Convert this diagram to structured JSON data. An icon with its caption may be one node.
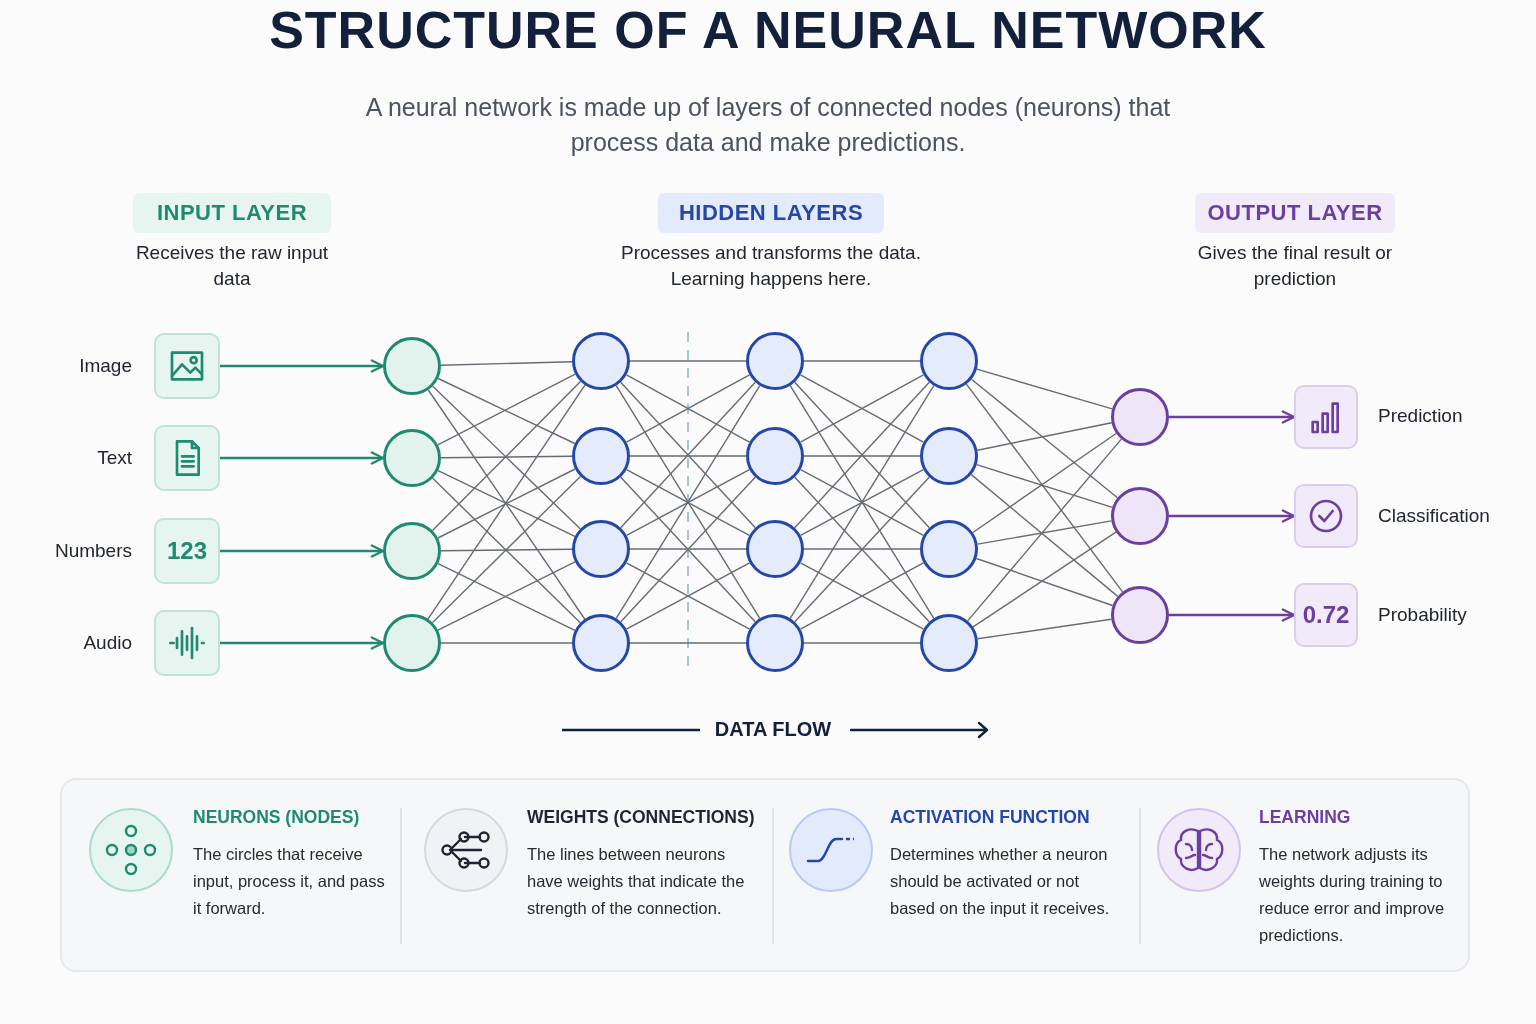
{
  "diagram": {
    "title": "STRUCTURE OF A NEURAL NETWORK",
    "nodes": [
      {
        "text": [
          "INPUT LAYER"
        ],
        "beside": [
          "Receives the raw input data"
        ]
      },
      {
        "text": [
          "HIDDEN LAYERS"
        ],
        "beside": [
          "Processes and transforms the data. Learning happens here."
        ]
      },
      {
        "text": [
          "OUTPUT LAYER"
        ],
        "beside": [
          "Gives the final result or prediction"
        ]
      },
      {
        "text": [],
        "shape": "box",
        "beside": [
          "Image"
        ]
      },
      {
        "text": [],
        "shape": "box",
        "beside": [
          "Text"
        ]
      },
      {
        "text": [
          "123"
        ],
        "beside": [
          "Numbers"
        ]
      },
      {
        "text": [],
        "shape": "box",
        "beside": [
          "Audio"
        ]
      },
      {
        "text": [],
        "shape": "circle"
      },
      {
        "text": [],
        "shape": "circle"
      },
      {
        "text": [],
        "shape": "circle"
      },
      {
        "text": [],
        "shape": "circle"
      },
      {
        "text": [],
        "shape": "circle"
      },
      {
        "text": [],
        "shape": "circle"
      },
      {
        "text": [],
        "shape": "circle"
      },
      {
        "text": [],
        "shape": "circle"
      },
      {
        "text": [],
        "shape": "circle"
      },
      {
        "text": [],
        "shape": "circle"
      },
      {
        "text": [],
        "shape": "circle"
      },
      {
        "text": [],
        "shape": "circle"
      },
      {
        "text": [],
        "shape": "circle"
      },
      {
        "text": [],
        "shape": "circle"
      },
      {
        "text": [],
        "shape": "circle"
      },
      {
        "text": [],
        "shape": "circle"
      },
      {
        "text": [],
        "shape": "circle"
      },
      {
        "text": [],
        "shape": "circle"
      },
      {
        "text": [],
        "shape": "circle"
      },
      {
        "text": [],
        "shape": "box",
        "beside": [
          "Prediction"
        ]
      },
      {
        "text": [],
        "shape": "box",
        "beside": [
          "Classification"
        ]
      },
      {
        "text": [
          "0.72"
        ],
        "beside": [
          "Probability"
        ]
      }
    ],
    "edges": [
      {
        "from": 3,
        "to": 7,
        "arrow": "to",
        "color": "#1f8a70"
      },
      {
        "from": 4,
        "to": 8,
        "arrow": "to",
        "color": "#1f8a70"
      },
      {
        "from": 5,
        "to": 9,
        "arrow": "to",
        "color": "#1f8a70"
      },
      {
        "from": 6,
        "to": 10,
        "arrow": "to",
        "color": "#1f8a70"
      },
      {
        "from": 7,
        "to": 11,
        "arrow": "none"
      },
      {
        "from": 7,
        "to": 12,
        "arrow": "none"
      },
      {
        "from": 7,
        "to": 13,
        "arrow": "none"
      },
      {
        "from": 7,
        "to": 14,
        "arrow": "none"
      },
      {
        "from": 8,
        "to": 11,
        "arrow": "none"
      },
      {
        "from": 8,
        "to": 12,
        "arrow": "none"
      },
      {
        "from": 8,
        "to": 13,
        "arrow": "none"
      },
      {
        "from": 8,
        "to": 14,
        "arrow": "none"
      },
      {
        "from": 9,
        "to": 11,
        "arrow": "none"
      },
      {
        "from": 9,
        "to": 12,
        "arrow": "none"
      },
      {
        "from": 9,
        "to": 13,
        "arrow": "none"
      },
      {
        "from": 9,
        "to": 14,
        "arrow": "none"
      },
      {
        "from": 10,
        "to": 11,
        "arrow": "none"
      },
      {
        "from": 10,
        "to": 12,
        "arrow": "none"
      },
      {
        "from": 10,
        "to": 13,
        "arrow": "none"
      },
      {
        "from": 10,
        "to": 14,
        "arrow": "none"
      },
      {
        "from": 11,
        "to": 15,
        "arrow": "none"
      },
      {
        "from": 11,
        "to": 16,
        "arrow": "none"
      },
      {
        "from": 11,
        "to": 17,
        "arrow": "none"
      },
      {
        "from": 11,
        "to": 18,
        "arrow": "none"
      },
      {
        "from": 12,
        "to": 15,
        "arrow": "none"
      },
      {
        "from": 12,
        "to": 16,
        "arrow": "none"
      },
      {
        "from": 12,
        "to": 17,
        "arrow": "none"
      },
      {
        "from": 12,
        "to": 18,
        "arrow": "none"
      },
      {
        "from": 13,
        "to": 15,
        "arrow": "none"
      },
      {
        "from": 13,
        "to": 16,
        "arrow": "none"
      },
      {
        "from": 13,
        "to": 17,
        "arrow": "none"
      },
      {
        "from": 13,
        "to": 18,
        "arrow": "none"
      },
      {
        "from": 14,
        "to": 15,
        "arrow": "none"
      },
      {
        "from": 14,
        "to": 16,
        "arrow": "none"
      },
      {
        "from": 14,
        "to": 17,
        "arrow": "none"
      },
      {
        "from": 14,
        "to": 18,
        "arrow": "none"
      },
      {
        "from": 15,
        "to": 19,
        "arrow": "none"
      },
      {
        "from": 15,
        "to": 20,
        "arrow": "none"
      },
      {
        "from": 15,
        "to": 21,
        "arrow": "none"
      },
      {
        "from": 15,
        "to": 22,
        "arrow": "none"
      },
      {
        "from": 16,
        "to": 19,
        "arrow": "none"
      },
      {
        "from": 16,
        "to": 20,
        "arrow": "none"
      },
      {
        "from": 16,
        "to": 21,
        "arrow": "none"
      },
      {
        "from": 16,
        "to": 22,
        "arrow": "none"
      },
      {
        "from": 17,
        "to": 19,
        "arrow": "none"
      },
      {
        "from": 17,
        "to": 20,
        "arrow": "none"
      },
      {
        "from": 17,
        "to": 21,
        "arrow": "none"
      },
      {
        "from": 17,
        "to": 22,
        "arrow": "none"
      },
      {
        "from": 18,
        "to": 19,
        "arrow": "none"
      },
      {
        "from": 18,
        "to": 20,
        "arrow": "none"
      },
      {
        "from": 18,
        "to": 21,
        "arrow": "none"
      },
      {
        "from": 18,
        "to": 22,
        "arrow": "none"
      },
      {
        "from": 19,
        "to": 23,
        "arrow": "none"
      },
      {
        "from": 19,
        "to": 24,
        "arrow": "none"
      },
      {
        "from": 19,
        "to": 25,
        "arrow": "none"
      },
      {
        "from": 20,
        "to": 23,
        "arrow": "none"
      },
      {
        "from": 20,
        "to": 24,
        "arrow": "none"
      },
      {
        "from": 20,
        "to": 25,
        "arrow": "none"
      },
      {
        "from": 21,
        "to": 23,
        "arrow": "none"
      },
      {
        "from": 21,
        "to": 24,
        "arrow": "none"
      },
      {
        "from": 21,
        "to": 25,
        "arrow": "none"
      },
      {
        "from": 22,
        "to": 23,
        "arrow": "none"
      },
      {
        "from": 22,
        "to": 24,
        "arrow": "none"
      },
      {
        "from": 22,
        "to": 25,
        "arrow": "none"
      },
      {
        "from": 23,
        "to": 26,
        "arrow": "to",
        "color": "#6b3fa0"
      },
      {
        "from": 24,
        "to": 27,
        "arrow": "to",
        "color": "#6b3fa0"
      },
      {
        "from": 25,
        "to": 28,
        "arrow": "to",
        "color": "#6b3fa0"
      }
    ],
    "labels": [
      "A neural network is made up of layers of connected nodes (neurons) that process data and make predictions.",
      "DATA FLOW",
      "NEURONS (NODES)",
      "The circles that receive input, process it, and pass it forward.",
      "WEIGHTS (CONNECTIONS)",
      "The lines between neurons have weights that indicate the strength of the connection.",
      "ACTIVATION FUNCTION",
      "Determines whether a neuron should be activated or not based on the input it receives.",
      "LEARNING",
      "The network adjusts its weights during training to reduce error and improve predictions."
    ]
  }
}
